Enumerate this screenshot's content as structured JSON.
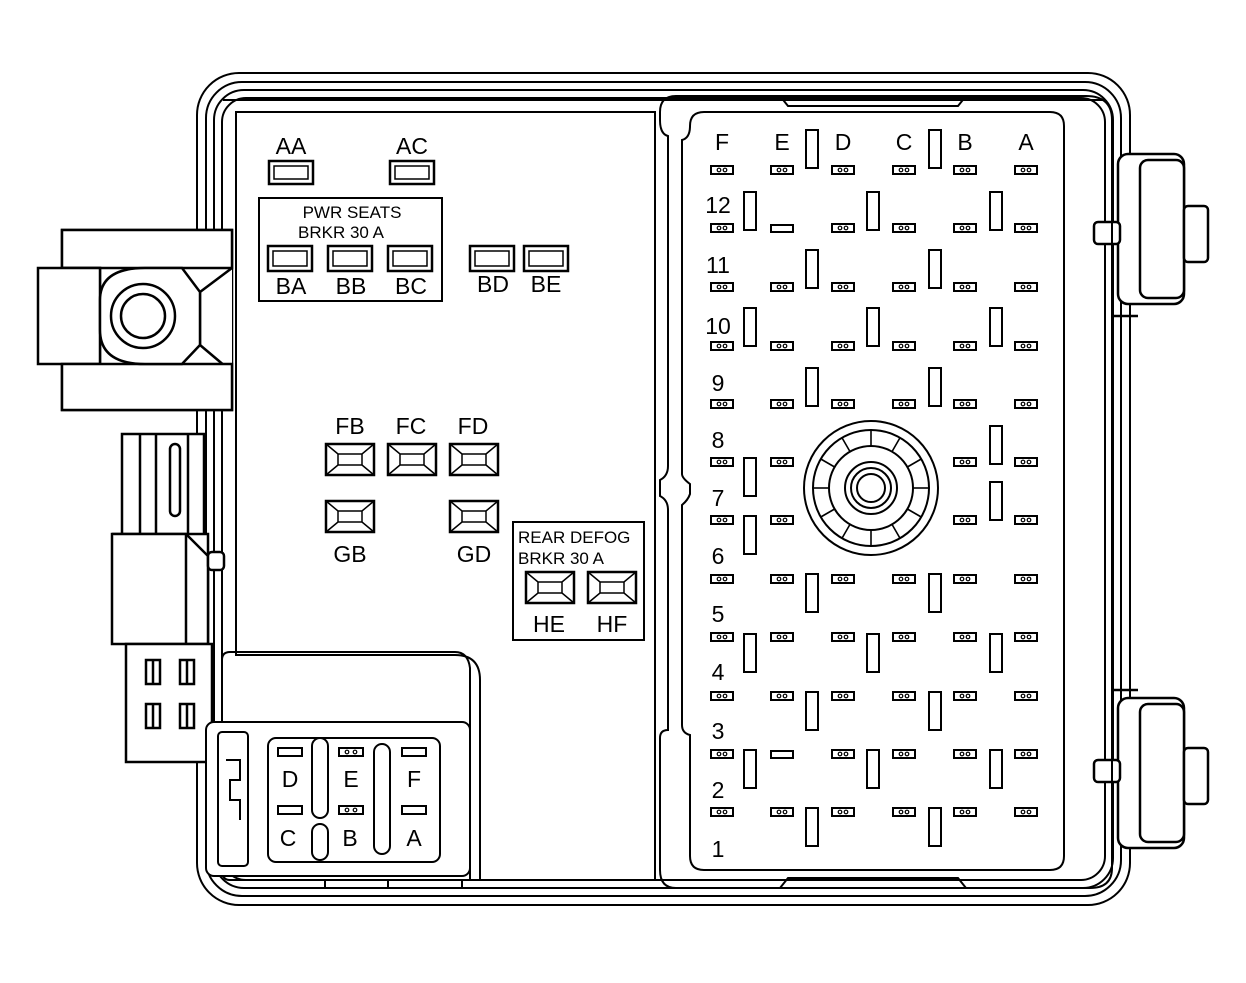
{
  "top_relays": [
    {
      "id": "AA",
      "label": "AA"
    },
    {
      "id": "AC",
      "label": "AC"
    }
  ],
  "pwr_seats": {
    "title_line1": "PWR SEATS",
    "title_line2": "BRKR 30 A",
    "relays": [
      {
        "id": "BA",
        "label": "BA"
      },
      {
        "id": "BB",
        "label": "BB"
      },
      {
        "id": "BC",
        "label": "BC"
      }
    ]
  },
  "b_relays": [
    {
      "id": "BD",
      "label": "BD"
    },
    {
      "id": "BE",
      "label": "BE"
    }
  ],
  "f_fuses": [
    {
      "id": "FB",
      "label": "FB"
    },
    {
      "id": "FC",
      "label": "FC"
    },
    {
      "id": "FD",
      "label": "FD"
    }
  ],
  "g_fuses": [
    {
      "id": "GB",
      "label": "GB"
    },
    {
      "id": "GD",
      "label": "GD"
    }
  ],
  "rear_defog": {
    "title_line1": "REAR DEFOG",
    "title_line2": "BRKR 30 A",
    "fuses": [
      {
        "id": "HE",
        "label": "HE"
      },
      {
        "id": "HF",
        "label": "HF"
      }
    ]
  },
  "connector": {
    "columns": [
      "F",
      "E",
      "D",
      "C",
      "B",
      "A"
    ],
    "rows": [
      "12",
      "11",
      "10",
      "9",
      "8",
      "7",
      "6",
      "5",
      "4",
      "3",
      "2",
      "1"
    ]
  },
  "small_connector": {
    "top_row": [
      "D",
      "E",
      "F"
    ],
    "bottom_row": [
      "C",
      "B",
      "A"
    ]
  }
}
